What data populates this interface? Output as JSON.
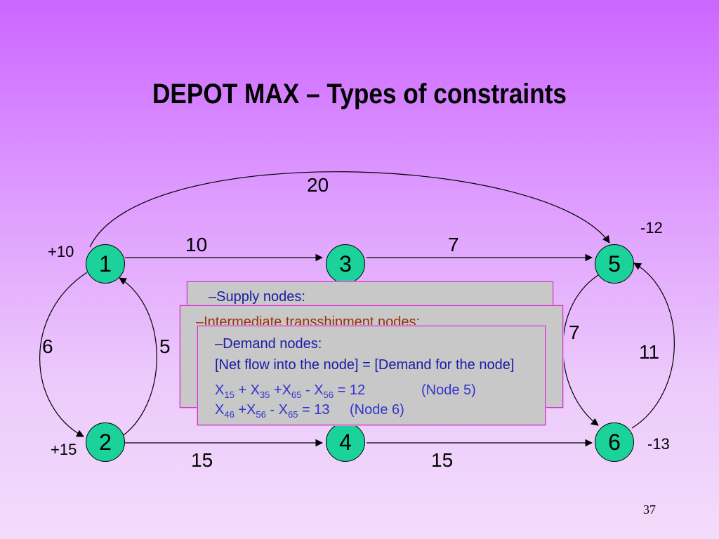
{
  "slide": {
    "title": "DEPOT MAX – Types of constraints",
    "page_number": "37"
  },
  "nodes": [
    {
      "id": "1",
      "label": "1",
      "net_flow": "+10"
    },
    {
      "id": "2",
      "label": "2",
      "net_flow": "+15"
    },
    {
      "id": "3",
      "label": "3",
      "net_flow": ""
    },
    {
      "id": "4",
      "label": "4",
      "net_flow": ""
    },
    {
      "id": "5",
      "label": "5",
      "net_flow": "-12"
    },
    {
      "id": "6",
      "label": "6",
      "net_flow": "-13"
    }
  ],
  "edges": [
    {
      "from": "1",
      "to": "5",
      "cost": "20"
    },
    {
      "from": "1",
      "to": "3",
      "cost": "10"
    },
    {
      "from": "3",
      "to": "5",
      "cost": "7"
    },
    {
      "from": "1",
      "to": "2",
      "cost": "6"
    },
    {
      "from": "2",
      "to": "1",
      "cost": "5"
    },
    {
      "from": "2",
      "to": "4",
      "cost": "15"
    },
    {
      "from": "4",
      "to": "6",
      "cost": "15"
    },
    {
      "from": "5",
      "to": "6",
      "cost": "7"
    },
    {
      "from": "6",
      "to": "5",
      "cost": "11"
    }
  ],
  "boxes": {
    "supply": {
      "heading": "–Supply nodes:"
    },
    "transshipment": {
      "heading": "–Intermediate transshipment nodes:"
    },
    "demand": {
      "heading": "–Demand nodes:",
      "rule": "[Net flow into the node] = [Demand for the node]",
      "eq1": {
        "parts": [
          "X",
          "15",
          " + X",
          "35",
          " +X",
          "65",
          " - X",
          "56",
          " = 12"
        ],
        "note": "(Node 5)"
      },
      "eq2": {
        "parts": [
          "X",
          "46",
          " +X",
          "56",
          " - X",
          "65",
          " = 13"
        ],
        "note": "(Node 6)"
      }
    }
  },
  "colors": {
    "node_fill": "#1ad29a",
    "box_fill": "#c8c8c8",
    "box_border": "#cc33cc",
    "heading_blue": "#1a1aa6",
    "heading_brown": "#993300",
    "equation_blue": "#3333cc"
  }
}
